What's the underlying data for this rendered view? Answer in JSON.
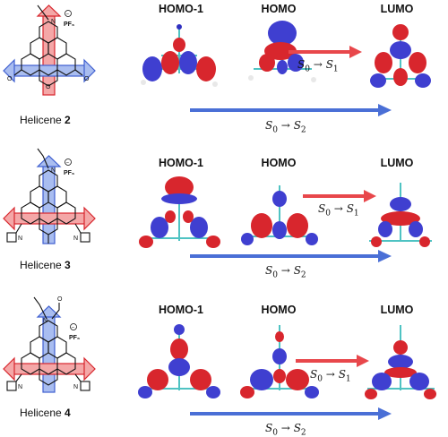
{
  "figure": {
    "orbital_titles": [
      "HOMO-1",
      "HOMO",
      "LUMO"
    ],
    "rows": [
      {
        "label_prefix": "Helicene",
        "label_number": "2",
        "counterion": "PF6",
        "transitions": [
          {
            "from": "S",
            "from_sub": "0",
            "arrow": "→",
            "to": "S",
            "to_sub": "1",
            "color": "#e8474b"
          },
          {
            "from": "S",
            "from_sub": "0",
            "arrow": "→",
            "to": "S",
            "to_sub": "2",
            "color": "#4a6fd6"
          }
        ]
      },
      {
        "label_prefix": "Helicene",
        "label_number": "3",
        "counterion": "PF6",
        "transitions": [
          {
            "from": "S",
            "from_sub": "0",
            "arrow": "→",
            "to": "S",
            "to_sub": "1",
            "color": "#e8474b"
          },
          {
            "from": "S",
            "from_sub": "0",
            "arrow": "→",
            "to": "S",
            "to_sub": "2",
            "color": "#4a6fd6"
          }
        ]
      },
      {
        "label_prefix": "Helicene",
        "label_number": "4",
        "counterion": "PF6",
        "transitions": [
          {
            "from": "S",
            "from_sub": "0",
            "arrow": "→",
            "to": "S",
            "to_sub": "1",
            "color": "#e8474b"
          },
          {
            "from": "S",
            "from_sub": "0",
            "arrow": "→",
            "to": "S",
            "to_sub": "2",
            "color": "#4a6fd6"
          }
        ]
      }
    ],
    "colors": {
      "red_lobe": "#d8262d",
      "blue_lobe": "#3f3fd0",
      "red_arrow": "#e8474b",
      "blue_arrow": "#4a6fd6",
      "carbon": "#4fc3c3",
      "hydrogen": "#e8e8e8",
      "oxygen": "#d02020",
      "nitrogen": "#3030c0"
    }
  }
}
